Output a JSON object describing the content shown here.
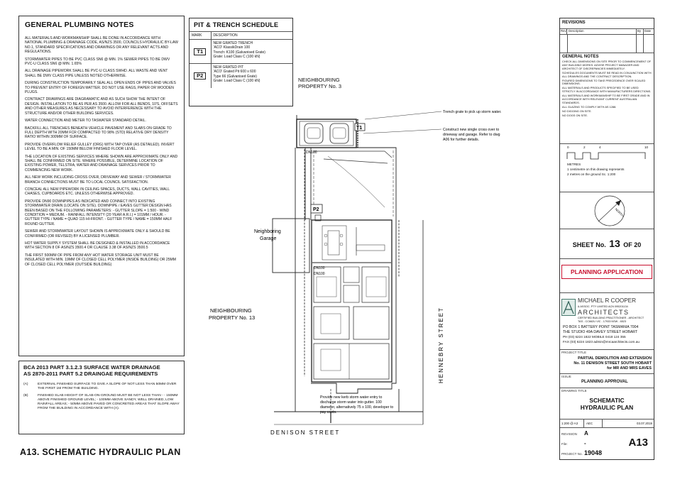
{
  "plumbing": {
    "title": "GENERAL PLUMBING NOTES",
    "paragraphs": [
      "ALL MATERIALS AND WORKMANSHIP SHALL BE DONE IN ACCORDANCE WITH NATIONAL PLUMBING & DRAINAGE CODE, AS/NZS 3500, COUNCILS HYDRAULIC BY-LAW No.1, STANDARD SPECIFICATIONS AND DRAWINGS OR ANY RELEVANT ACTS AND REGULATIONS.",
      "STORMWATER PIPES TO BE PVC CLASS SN6 @ Min. 1% SEWER PIPES TO BE DWV PVC-U CLASS SN6 @ Min. 1.65%",
      "ALL DRAINAGE PIPEWORK SHALL BE PVC-U CLASS SWHD. ALL WASTE AND VENT SHALL BE DWV CLASS PIPE UNLESS NOTED OTHERWISE.",
      "DURING CONSTRUCTION TEMPORARILY SEAL ALL OPEN ENDS OF PIPES AND VALVES TO PREVENT ENTRY OF FOREIGN MATTER. DO NOT USE RAGS, PAPER OR WOODEN PLUGS.",
      "CONTRACT DRAWINGS ARE DIAGRAMATIC AND AS SUCH SHOW THE INTENT OF DESIGN. INSTALLATION TO BE AS PER AS 3500. ALLOW FOR ALL BENDS, 10's, OFFSETS AND OTHER MEASURES AS NECESSARY TO AVOID INTERFERENCE WITH THE STRUCTURE AND/OR OTHER BUILDING SERVICES.",
      "WATER CONNECTION AND METER TO TASWATER STANDARD DETAIL.",
      "BACKFILL ALL TRENCHES BENEATH VEHICLE PAVEMENT AND SLABS ON GRADE TO FULL DEPTH WITH 20mm FCR COMPACTED TO 98% (STD) RELATIVE DRY DENSITY RATIO WITHIN 300mm OF SURFACE.",
      "PROVIDE OVERFLOW RELIEF GULLEY (ORG) WITH TAP OVER (AS DETAILED). INVERT LEVEL TO BE A Min. OF 150mm BELOW FINISHED FLOOR LEVEL.",
      "THE LOCATION OF EXISTING SERVICES WHERE SHOWN ARE APPROXIMATE ONLY AND SHALL BE CONFIRMED ON SITE. WHERE POSSIBLE, DETERMINE LOCATION OF EXISTING POWER, TELSTRA, WATER AND DRAINAGE SERVICES PRIOR TO COMMENCING NEW WORK.",
      "ALL NEW WORK INCLUDING CROSS OVER, DRIVEWAY AND SEWER / STORMWATER BRANCH CONNECTIONS MUST BE TO LOCAL COUNCIL SATISFACTION.",
      "CONCEAL ALL NEW PIPEWORK IN CEILING SPACES, DUCTS, WALL CAVITIES, WALL CHASES, CUPBOARDS etc. UNLESS OTHERWISE APPROVED.",
      "PROVIDE DN90 DOWNPIPES AS INDICATED AND CONNECT INTO EXISTING STORMWATER DRAIN (LOCATE ON SITE). DOWNPIPE / EAVES GUTTER DESIGN HAS BEEN BASED ON THE FOLLOWING PARAMETERS: - GUTTER SLOPE = 1:500 - WIND CONDITION = MEDIUM. - RAINFALL INTENSITY (20 YEAR A.R.I.) = 101mm / HOUR. - GUTTER TYPE / NAME = QUAD 115 HI-FRONT. - GUTTER TYPE / NAME = 150mm HALF ROUND GUTTER.",
      "SEWER AND STORMWATER LAYOUT SHOWN IS APPROXIMATE ONLY & SHOULD BE CONFIRMED (OR REVISED) BY A LICENSED PLUMBER.",
      "HOT WATER SUPPLY SYSTEM SHALL BE DESIGNED & INSTALLED IN ACCORDANCE WITH SECTION 8 OF AS/NZS 3500.4 OR CLAUSE 3.38 OF AS/NZS 3500.5",
      "THE FIRST 500mm OF PIPE FROM ANY HOT WATER STORAGE UNIT MUST BE INSULATED WITH MIN. 19mm OF CLOSED CELL POLYMER (inside building) OR 25mm OF CLOSED CELL POLYMER (outside building)"
    ]
  },
  "bca": {
    "title_line1": "BCA 2013 PART 3.1.2.3 SURFACE WATER DRAINAGE",
    "title_line2": "AS 2870-2011 PART 5.2 DRAINGAE REQUIREMENTS",
    "item_a_tag": "(a)",
    "item_a": "EXTERNAL FINISHED SURFACE TO GIVE A SLOPE OF NOT LESS THAN 50mm OVER THE FIRST 1m FROM THE BUILDING.",
    "item_b_tag": "(b)",
    "item_b": "FINISHED SLAB HEIGHT OF SLAB-ON-GROUND MUST BE NOT LESS THAN - - 150mm ABOVE FINISHED GROUND LEVEL; - 100mm ABOVE SANDY, WELL DRAINED, LOW RAINFALL AREAS; - 50mm ABOVE PAVED OR CONCRETED AREAS THAT SLOPE AWAY FROM THE BUILDING IN ACCORDANCE WITH (a)."
  },
  "drawing_title": "A13. SCHEMATIC HYDRAULIC PLAN",
  "schedule": {
    "title": "PIT & TRENCH SCHEDULE",
    "col_mark": "MARK",
    "col_desc": "DESCRIPTION",
    "rows": [
      {
        "mark": "T1",
        "l1": "NEW GRATED TRENCH",
        "l2": "'ACO' KlassikDrain 100",
        "l3": "Trench: K100 (Galvanised Grate)",
        "l4": "Grate: Load Class C (100 kN)"
      },
      {
        "mark": "P2",
        "l1": "NEW GRATED PIT",
        "l2": "'ACO' Grated Pit 600 x 600",
        "l3": "Type 66 (Galvanised Grate)",
        "l4": "Grate: Load Class C (100 kN)"
      }
    ]
  },
  "plan": {
    "neighbour3_l1": "NEIGHBOURING",
    "neighbour3_l2": "PROPERTY No. 3",
    "neighbour13_l1": "NEIGHBOURING",
    "neighbour13_l2": "PROPERTY No. 13",
    "garage_l1": "Neighboring",
    "garage_l2": "Garage",
    "trench_note": "Trench grate to pick up storm water.",
    "cross_note_l1": "Construct new single cross over to",
    "cross_note_l2": "driveway and garage. Refer to dwg",
    "cross_note_l3": "A06 for further details.",
    "kerb_note_l1": "Provide new kerb storm water entry to",
    "kerb_note_l2": "discharge storm water into gutter. 100",
    "kerb_note_l3": "diameter, alternatively 75 x 100, developer to",
    "kerb_note_l4": "pay costs.",
    "t1_tag": "T1",
    "p2_tag": "P2",
    "dn100_a": "DN100",
    "dn100_b": "DN100",
    "dn100_c": "DN100",
    "street_south": "DENISON STREET",
    "street_east": "HENNEBRY STREET"
  },
  "revisions": {
    "title": "REVISIONS",
    "col_rev": "Rev",
    "col_desc": "Description",
    "col_by": "By",
    "col_date": "Date"
  },
  "gen_notes": {
    "title": "GENERAL NOTES",
    "items": [
      "CHECK ALL DIMENSIONS ON SITE PRIOR TO COMMENCEMENT OF ANY BUILDING WORKS. ADVISE PROJECT MANAGER AND ARCHITECT OF DISCREPANCIES IMMEDIATELY.",
      "SCHEDULES DOCUMENTS MUST BE READ IN CONJUNCTION WITH ALL DRAWINGS AND THE CONTRACT DESCRIPTION.",
      "FIGURED DIMENSIONS TO TAKE PRECEDENCE OVER SCALED DIMENSIONS.",
      "ALL MATERIALS AND PRODUCTS SPECIFIED TO BE USED STRICTLY IN ACCORDANCE WITH MANUFACTURERS DIRECTIONS.",
      "ALL MATERIALS AND WORKMANSHIP TO BE FIRST GRADE AND IN ACCORDANCE WITH RELEVANT CURRENT AUSTRALIAN STANDARDS.",
      "ALL GLAZING TO COMPLY WITH AS 1288.",
      "NO DIGGING ON SITE.",
      "NO DOGS ON SITE."
    ]
  },
  "scale": {
    "t0": "0",
    "t2": "2",
    "t4": "4",
    "t10": "10",
    "unit": "METRES",
    "note_l1": "1 centimetre on this drawing represents",
    "note_l2": "2 metres on the ground Sc. 1:200"
  },
  "north": "NORTH",
  "sheet": {
    "prefix": "SHEET No.",
    "number": "13",
    "of": "OF 20"
  },
  "planning_application": "PLANNING APPLICATION",
  "firm": {
    "name": "MICHAEL R COOPER",
    "assoc": "& ASSOC. PTY LIMITED ACN 095201134",
    "architects": "ARCHITECTS",
    "cert": "CERTIFIED BUILDING PRACTITIONER - ARCHITECT",
    "reg": "TAS - CC662U VIC - 17933 NSW - 6523",
    "po": "PO BOX 1 BATTERY POINT TASMANIA 7004",
    "studio": "THE STUDIO 49A DAVEY STREET HOBART",
    "ph": "PH (03) 6224 1822 MOBILE 0418 124 355",
    "fax": "FAX (03) 6224 1823 admin@mrcaarchitects.com.au"
  },
  "titleblock": {
    "project_label": "PROJECT TITLE",
    "project_l1": "PARTIAL DEMOLITION AND EXTENSION",
    "project_l2": "No. 11 DENISON STREET SOUTH HOBART",
    "project_l3": "for MR AND MRS EAVES",
    "issue_label": "ISSUE",
    "issue": "PLANNING APPROVAL",
    "dtitle_label": "DRAWING TITLE",
    "dtitle_l1": "SCHEMATIC",
    "dtitle_l2": "HYDRAULIC PLAN",
    "scale_val": "1:200 @ A3",
    "drawn_val": "AEC",
    "date_val": "03.07.2019",
    "revision_label": "REVISION",
    "revision": "A",
    "file_label": "File:",
    "file": "-",
    "project_no_label": "PROJECT No.",
    "project_no": "19048",
    "sheet_code": "A13"
  },
  "colors": {
    "accent_red": "#c8102e",
    "line": "#333333"
  }
}
